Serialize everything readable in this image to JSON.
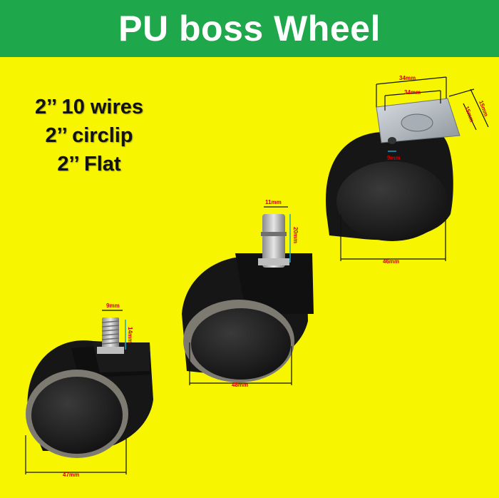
{
  "title": "PU boss Wheel",
  "specs": [
    "2’’ 10 wires",
    "2’’ circlip",
    "2’’ Flat"
  ],
  "colors": {
    "banner": "#1fa74b",
    "background": "#f7f500",
    "dimension_text": "#d10000"
  },
  "wheels": {
    "threaded": {
      "stem_width": "9mm",
      "stem_length": "14mm",
      "wheel_width": "47mm"
    },
    "circlip": {
      "stem_width": "11mm",
      "stem_length": "20mm",
      "wheel_width": "48mm"
    },
    "flat": {
      "plate_width_outer": "34mm",
      "plate_width_inner": "34mm",
      "plate_depth_outer": "15mm",
      "plate_depth_inner": "15mm",
      "hole": "9mm",
      "wheel_width": "46mm"
    }
  }
}
